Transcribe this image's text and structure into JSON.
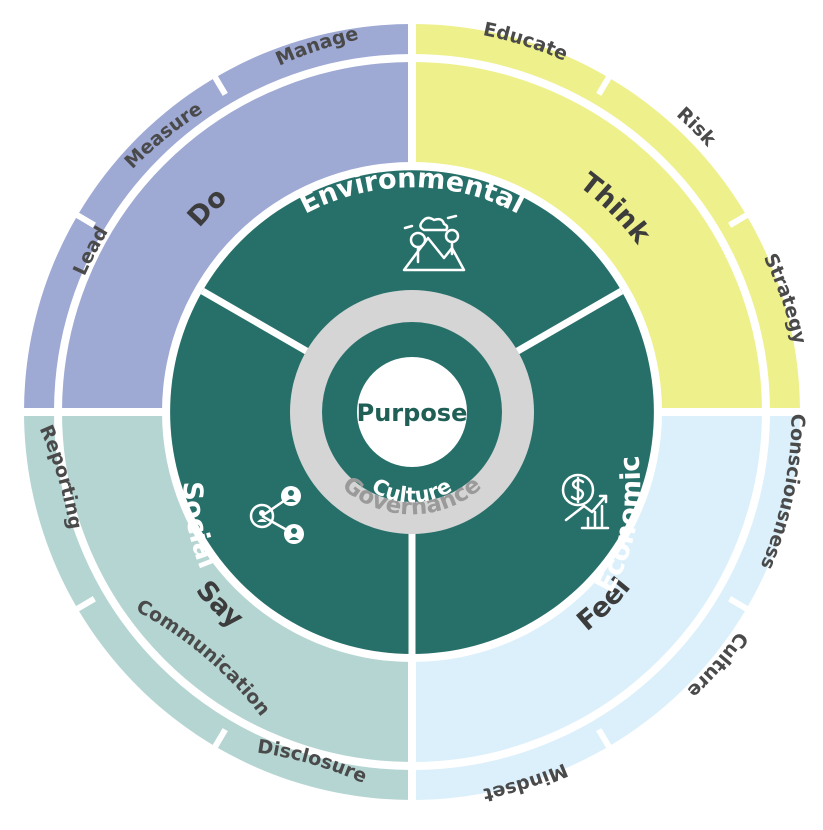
{
  "colors": {
    "do": "#9ea9d4",
    "think": "#eef08c",
    "feel": "#dcf0fb",
    "say": "#b5d5d3",
    "pillars": "#27706a",
    "governance_ring": "#d5d5d5",
    "purpose_center": "#ffffff"
  },
  "quadrants": [
    {
      "key": "do",
      "label": "Do",
      "items": [
        "Lead",
        "Measure",
        "Manage"
      ]
    },
    {
      "key": "think",
      "label": "Think",
      "items": [
        "Educate",
        "Risk",
        "Strategy"
      ]
    },
    {
      "key": "feel",
      "label": "Feel",
      "items": [
        "Consciousness",
        "Culture",
        "Mindset"
      ]
    },
    {
      "key": "say",
      "label": "Say",
      "items": [
        "Disclosure",
        "Communication",
        "Reporting"
      ]
    }
  ],
  "pillars": [
    {
      "key": "environmental",
      "label": "Environmental",
      "icon": "landscape-icon"
    },
    {
      "key": "economic",
      "label": "Economic",
      "icon": "money-growth-icon"
    },
    {
      "key": "social",
      "label": "Social",
      "icon": "network-people-icon"
    }
  ],
  "rings": {
    "governance": "Governance",
    "culture": "Culture"
  },
  "center": {
    "label": "Purpose"
  }
}
